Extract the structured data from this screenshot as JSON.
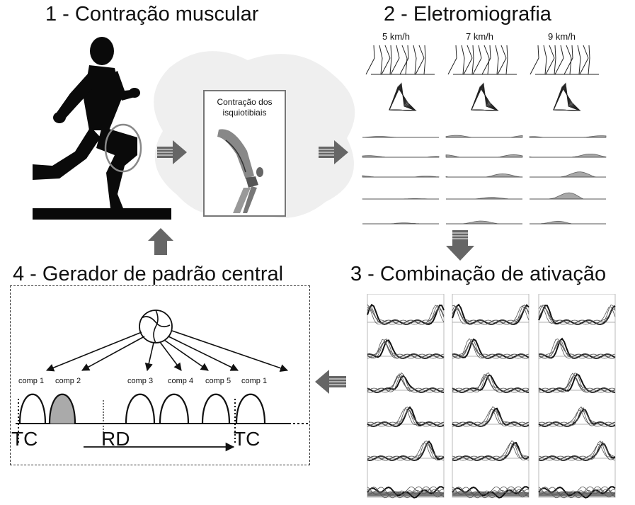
{
  "panels": {
    "p1": {
      "title": "1 - Contração muscular",
      "box_label": "Contração dos isquiotibiais"
    },
    "p2": {
      "title": "2 - Eletromiografia",
      "speeds": [
        "5 km/h",
        "7 km/h",
        "9 km/h"
      ]
    },
    "p3": {
      "title": "3 - Combinação de ativação"
    },
    "p4": {
      "title": "4 - Gerador de padrão central",
      "components": [
        "comp 1",
        "comp 2",
        "comp 3",
        "comp 4",
        "comp 5",
        "comp 1"
      ],
      "markers": {
        "tc_left": "TC",
        "rd": "RD",
        "tc_right": "TC"
      }
    }
  },
  "colors": {
    "silhouette": "#0a0a0a",
    "arrow": "#666666",
    "emg_fill": "#a8a8a8",
    "background_blob": "#efefef"
  },
  "icons": [
    "runner-silhouette",
    "knee-anatomy-illustration",
    "stick-figure-gait",
    "oscillator-circle",
    "right-arrow",
    "down-arrow",
    "up-arrow",
    "left-arrow"
  ]
}
